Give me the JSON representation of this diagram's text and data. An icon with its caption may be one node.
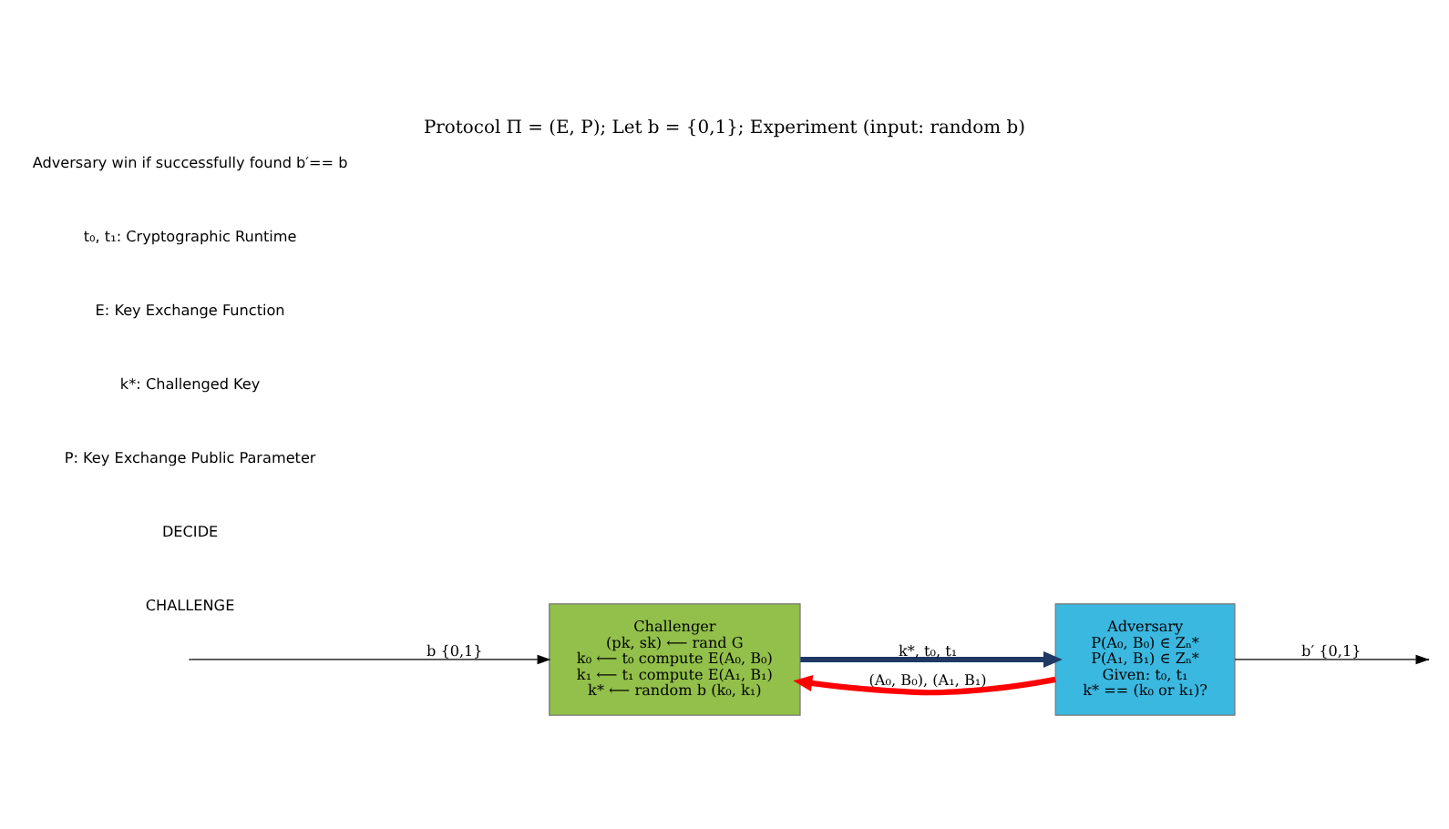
{
  "diagram": {
    "title": "Protocol Π = (E, P); Let b = {0,1}; Experiment (input: random b)",
    "nodes": [
      {
        "text": [
          "Challenger",
          "(pk, sk) ⟵ rand G",
          "k₀ ⟵ t₀ compute E(A₀, B₀)",
          "k₁ ⟵ t₁ compute E(A₁, B₁)",
          "k* ⟵ random b (k₀, k₁)"
        ]
      },
      {
        "text": [
          "Adversary",
          "P(A₀, B₀) ∈ Zₙ*",
          "P(A₁, B₁) ∈ Zₙ*",
          "Given: t₀, t₁",
          "k* == (k₀ or k₁)?"
        ]
      }
    ],
    "edges": [
      {
        "from": null,
        "to": 0,
        "arrow": "to",
        "label": "b {0,1}"
      },
      {
        "from": 1,
        "to": 0,
        "arrow": "to",
        "label": "(A₀, B₀), (A₁, B₁)",
        "style": "thick",
        "color": "#ff0000"
      },
      {
        "from": 0,
        "to": 1,
        "arrow": "to",
        "label": "k*, t₀, t₁",
        "style": "thick",
        "color": "#1f3864"
      },
      {
        "from": 1,
        "to": null,
        "arrow": "to",
        "label": "b′ {0,1}"
      }
    ],
    "labels": [
      "CHALLENGE",
      "DECIDE",
      "P: Key Exchange Public Parameter",
      "k*: Challenged Key",
      "E: Key Exchange Function",
      "t₀, t₁: Cryptographic Runtime",
      "Adversary win if successfully found b′== b"
    ]
  }
}
